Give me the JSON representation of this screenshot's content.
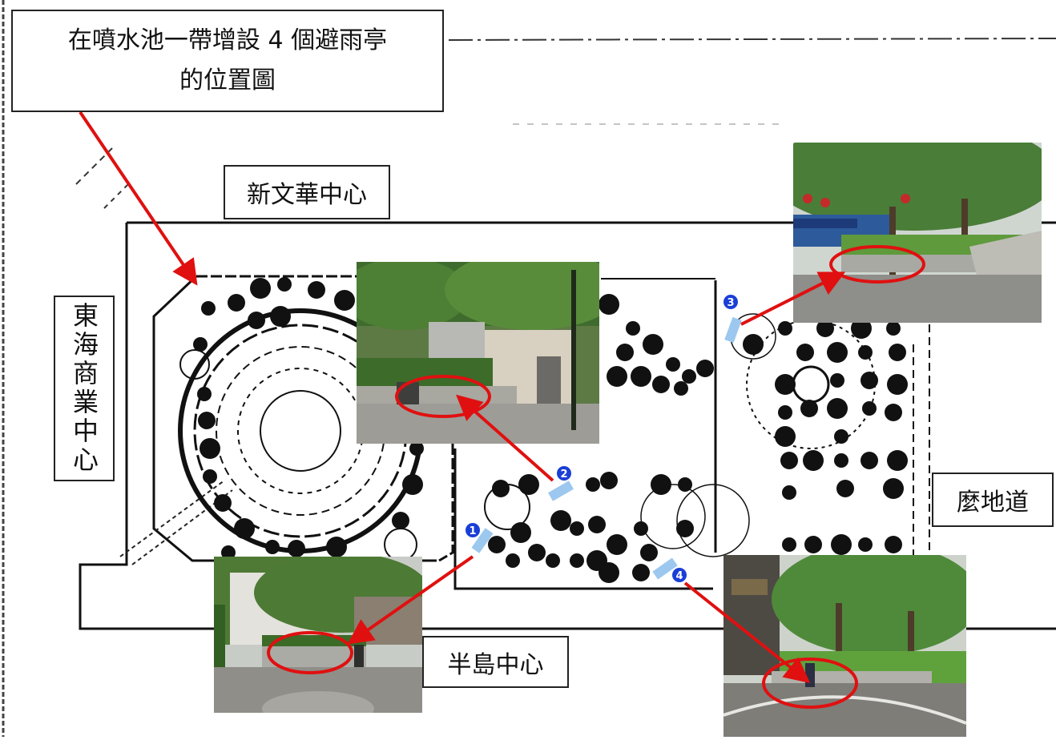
{
  "title": {
    "line1": "在噴水池一帶增設 4 個避雨亭",
    "line2": "的位置圖"
  },
  "labels": {
    "north": "新文華中心",
    "west": "東海商業中心",
    "east": "麼地道",
    "south": "半島中心"
  },
  "markers": [
    "1",
    "2",
    "3",
    "4"
  ],
  "colors": {
    "arrow": "#e01010",
    "marker": "#1a3fd6",
    "shelter": "#9cc8f0",
    "ink": "#111111"
  }
}
